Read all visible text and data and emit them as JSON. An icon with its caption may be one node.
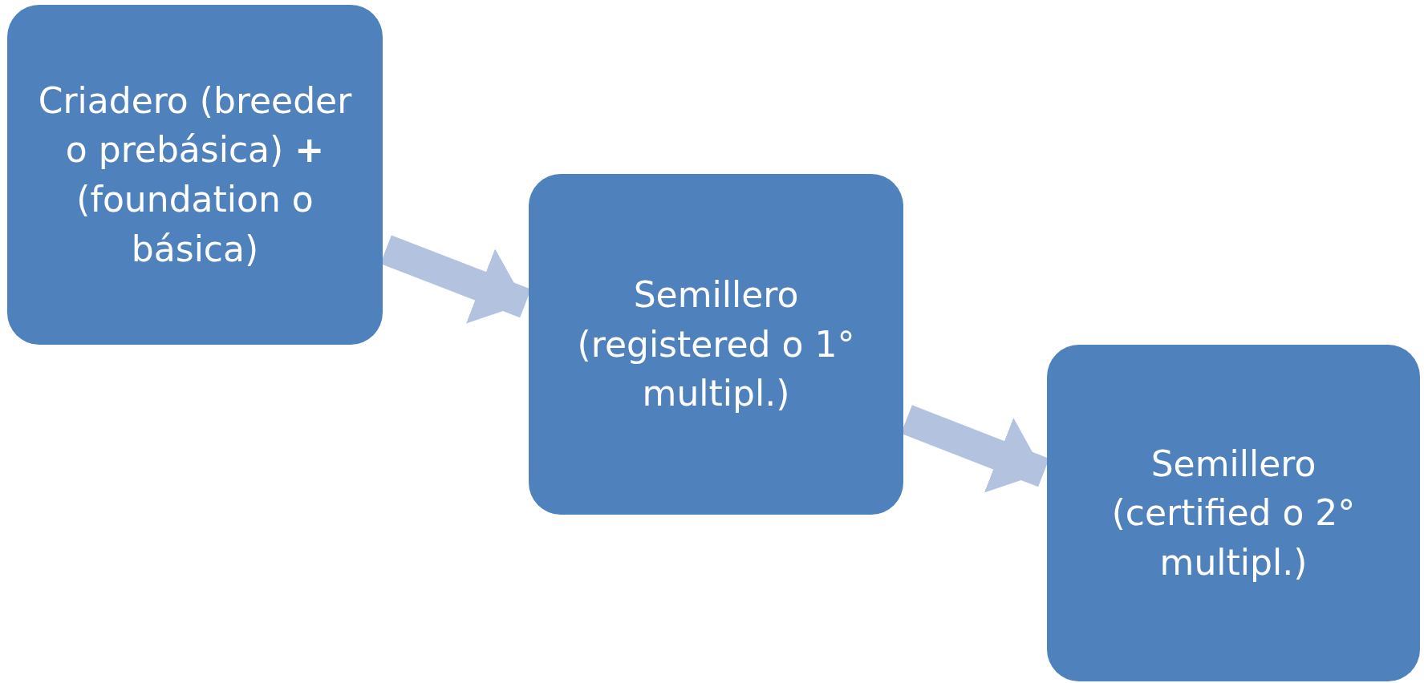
{
  "diagram": {
    "nodes": [
      {
        "text": [
          "Criadero (breeder o prebásica) **+** (foundation o básica)"
        ]
      },
      {
        "text": [
          "Semillero (registered o 1° multipl.)"
        ]
      },
      {
        "text": [
          "Semillero (certified o 2° multipl.)"
        ]
      }
    ],
    "edges": [
      {
        "from": 0,
        "to": 1,
        "arrow": "to"
      },
      {
        "from": 1,
        "to": 2,
        "arrow": "to"
      }
    ]
  }
}
